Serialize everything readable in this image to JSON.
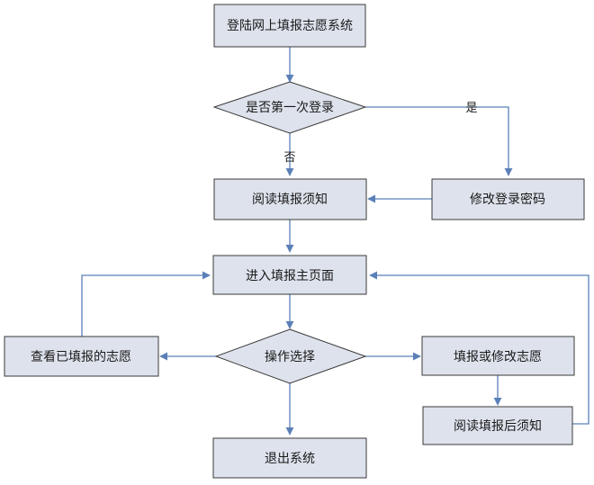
{
  "nodes": {
    "login": "登陆网上填报志愿系统",
    "first_login": "是否第一次登录",
    "read_notice": "阅读填报须知",
    "change_password": "修改登录密码",
    "main_page": "进入填报主页面",
    "choose_action": "操作选择",
    "view_filled": "查看已填报的志愿",
    "fill_or_modify": "填报或修改志愿",
    "read_after_notice": "阅读填报后须知",
    "exit": "退出系统"
  },
  "edge_labels": {
    "yes": "是",
    "no": "否"
  },
  "colors": {
    "node_fill": "#dde2ec",
    "node_stroke": "#3a3a3a",
    "edge": "#5b80b8"
  }
}
